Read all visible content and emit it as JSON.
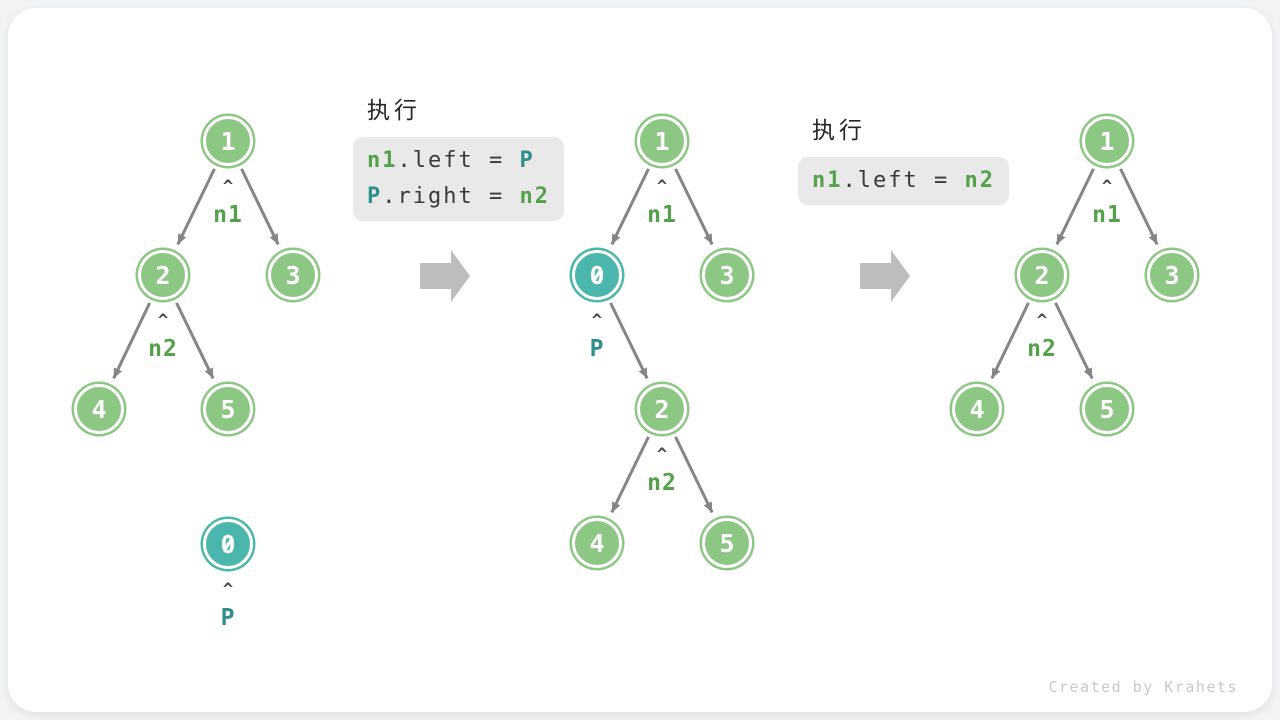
{
  "watermark": "Created by Krahets",
  "colors": {
    "page_bg": "#f2f3f4",
    "node_green": "#8cc783",
    "node_teal": "#4bb6ab",
    "edge": "#858585",
    "block_arrow": "#bdbdbd",
    "label_green": "#55a14b",
    "label_teal": "#2f8f8b",
    "caret": "#4a4a4a",
    "code_bg": "#e9e9e9",
    "code_text": "#3a3a3a",
    "watermark": "#c9c9c9"
  },
  "code_blocks": [
    {
      "title": "执行",
      "lines": [
        [
          {
            "t": "n1",
            "c": "green"
          },
          {
            "t": ".left = "
          },
          {
            "t": "P",
            "c": "teal"
          }
        ],
        [
          {
            "t": "P",
            "c": "teal"
          },
          {
            "t": ".right = "
          },
          {
            "t": "n2",
            "c": "green"
          }
        ]
      ]
    },
    {
      "title": "执行",
      "lines": [
        [
          {
            "t": "n1",
            "c": "green"
          },
          {
            "t": ".left = "
          },
          {
            "t": "n2",
            "c": "green"
          }
        ]
      ]
    }
  ],
  "trees": [
    {
      "name": "tree-before",
      "nodes": [
        {
          "id": "A1",
          "value": "1",
          "kind": "green"
        },
        {
          "id": "A2",
          "value": "2",
          "kind": "green"
        },
        {
          "id": "A3",
          "value": "3",
          "kind": "green"
        },
        {
          "id": "A4",
          "value": "4",
          "kind": "green"
        },
        {
          "id": "A5",
          "value": "5",
          "kind": "green"
        },
        {
          "id": "AP",
          "value": "0",
          "kind": "teal"
        }
      ],
      "edges": [
        [
          "A1",
          "A2"
        ],
        [
          "A1",
          "A3"
        ],
        [
          "A2",
          "A4"
        ],
        [
          "A2",
          "A5"
        ]
      ],
      "pointers": [
        {
          "target": "A1",
          "label": "n1",
          "color": "green"
        },
        {
          "target": "A2",
          "label": "n2",
          "color": "green"
        },
        {
          "target": "AP",
          "label": "P",
          "color": "teal"
        }
      ]
    },
    {
      "name": "tree-during",
      "nodes": [
        {
          "id": "B1",
          "value": "1",
          "kind": "green"
        },
        {
          "id": "B0",
          "value": "0",
          "kind": "teal"
        },
        {
          "id": "B3",
          "value": "3",
          "kind": "green"
        },
        {
          "id": "B2",
          "value": "2",
          "kind": "green"
        },
        {
          "id": "B4",
          "value": "4",
          "kind": "green"
        },
        {
          "id": "B5",
          "value": "5",
          "kind": "green"
        }
      ],
      "edges": [
        [
          "B1",
          "B0"
        ],
        [
          "B1",
          "B3"
        ],
        [
          "B0",
          "B2"
        ],
        [
          "B2",
          "B4"
        ],
        [
          "B2",
          "B5"
        ]
      ],
      "pointers": [
        {
          "target": "B1",
          "label": "n1",
          "color": "green"
        },
        {
          "target": "B0",
          "label": "P",
          "color": "teal"
        },
        {
          "target": "B2",
          "label": "n2",
          "color": "green"
        }
      ]
    },
    {
      "name": "tree-after",
      "nodes": [
        {
          "id": "C1",
          "value": "1",
          "kind": "green"
        },
        {
          "id": "C2",
          "value": "2",
          "kind": "green"
        },
        {
          "id": "C3",
          "value": "3",
          "kind": "green"
        },
        {
          "id": "C4",
          "value": "4",
          "kind": "green"
        },
        {
          "id": "C5",
          "value": "5",
          "kind": "green"
        }
      ],
      "edges": [
        [
          "C1",
          "C2"
        ],
        [
          "C1",
          "C3"
        ],
        [
          "C2",
          "C4"
        ],
        [
          "C2",
          "C5"
        ]
      ],
      "pointers": [
        {
          "target": "C1",
          "label": "n1",
          "color": "green"
        },
        {
          "target": "C2",
          "label": "n2",
          "color": "green"
        }
      ]
    }
  ]
}
